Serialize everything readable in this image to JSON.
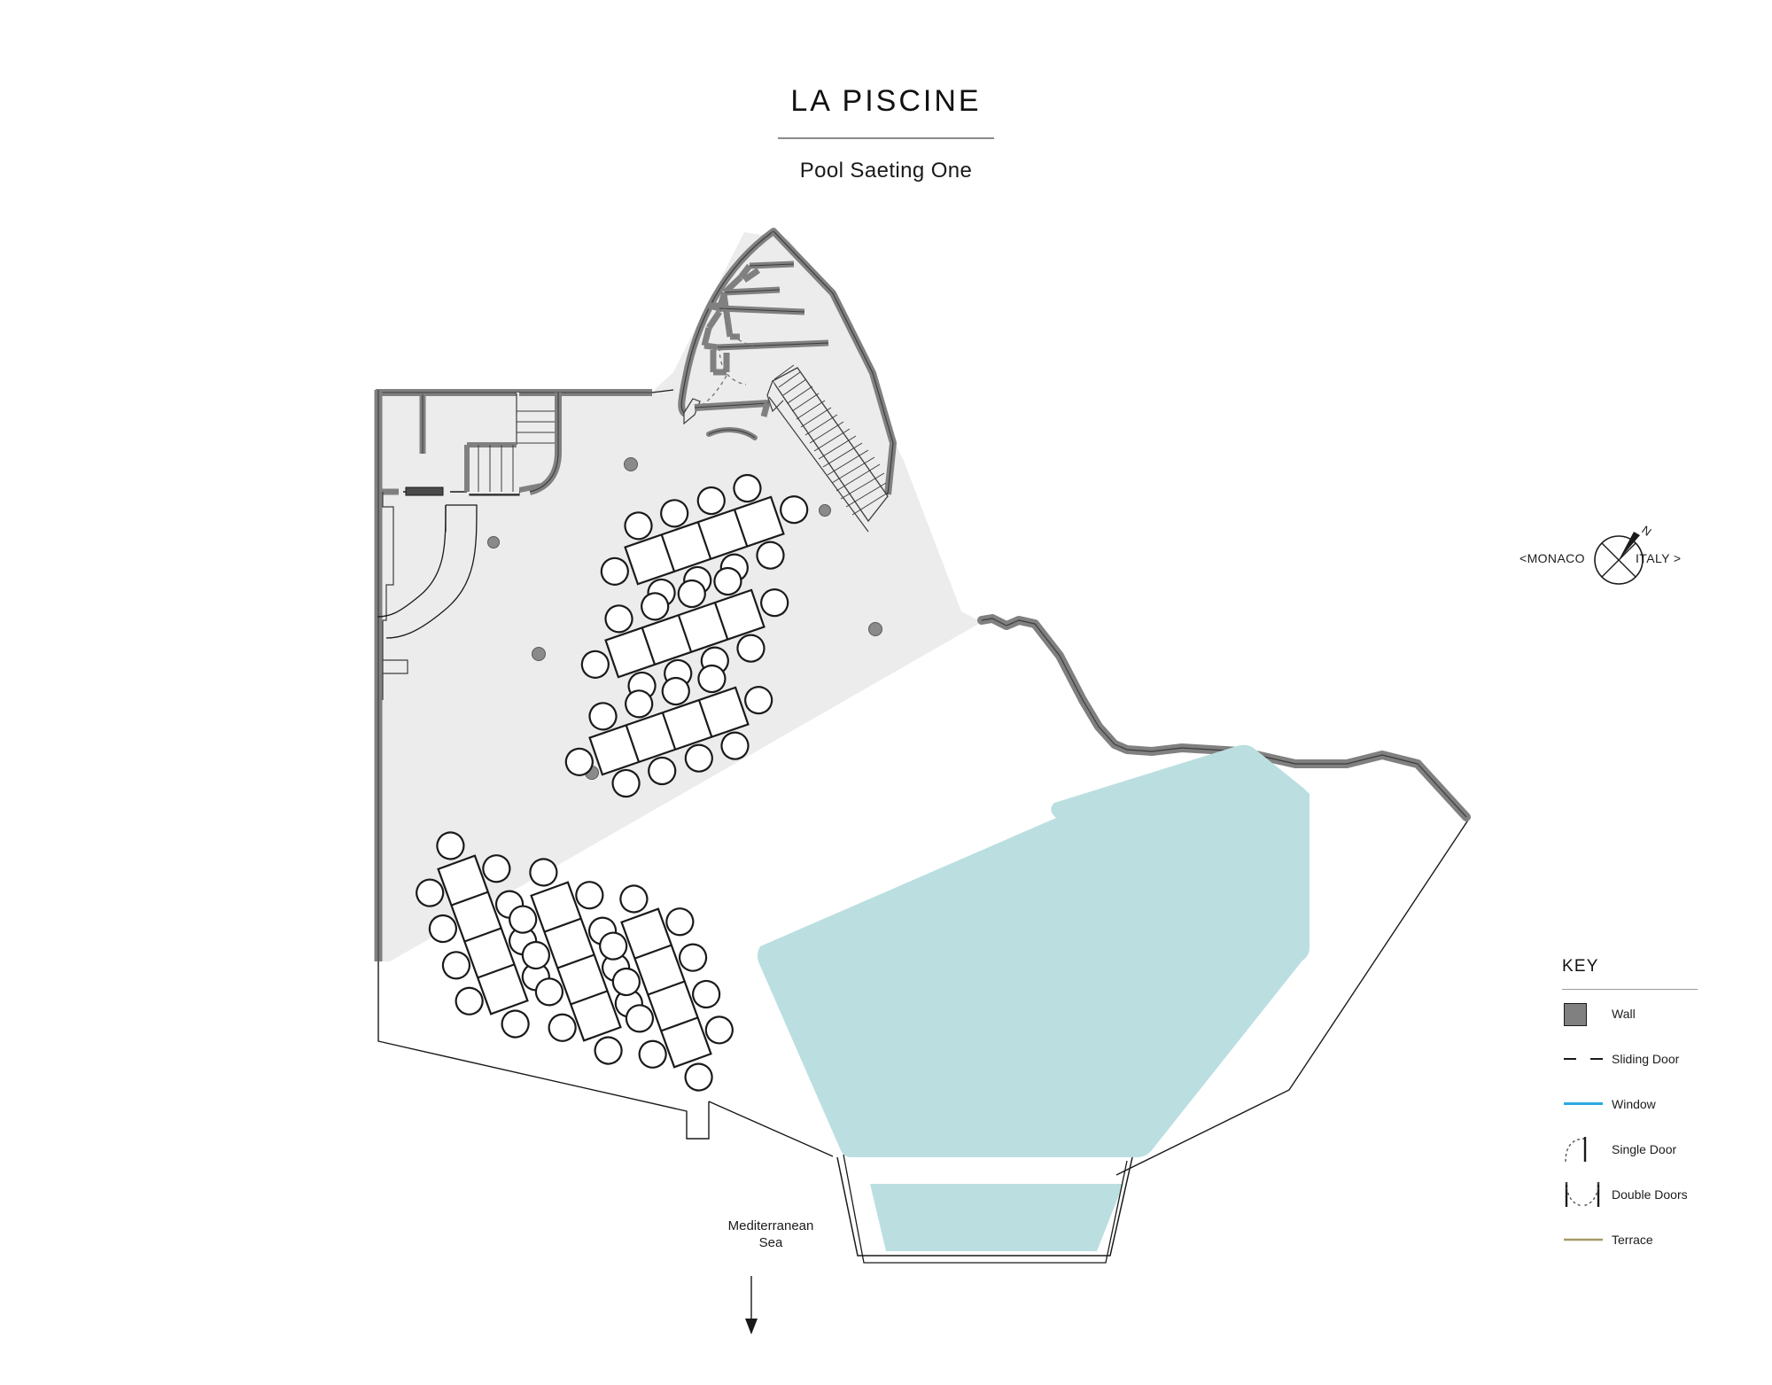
{
  "document": {
    "title": "LA PISCINE",
    "subtitle": "Pool Saeting One",
    "type": "architectural-floor-plan"
  },
  "compass": {
    "left_label": "<MONACO",
    "right_label": "ITALY >",
    "north_label": "N"
  },
  "annotations": {
    "sea": "Mediterranean\nSea"
  },
  "key": {
    "title": "KEY",
    "items": [
      {
        "label": "Wall",
        "symbol": "wall-swatch",
        "color": "#808080"
      },
      {
        "label": "Sliding Door",
        "symbol": "dashed-line",
        "color": "#1a1a1a"
      },
      {
        "label": "Window",
        "symbol": "solid-blue-line",
        "color": "#29abe2"
      },
      {
        "label": "Single Door",
        "symbol": "single-door-swing",
        "color": "#1a1a1a"
      },
      {
        "label": "Double Doors",
        "symbol": "double-door-swing",
        "color": "#1a1a1a"
      },
      {
        "label": "Terrace",
        "symbol": "solid-tan-line",
        "color": "#a89968"
      }
    ]
  },
  "palette": {
    "wall": "#808080",
    "wall_outline": "#3c3c3c",
    "floor": "#ececec",
    "pool_water": "#bbdfe0",
    "terrace_line": "#1a1a1a",
    "window": "#29abe2",
    "terrace": "#a89968",
    "background": "#ffffff"
  },
  "plan_elements": {
    "interior_hall": "main indoor dining hall, light grey floor",
    "entrance_wing": "curved north pavilion with small rooms and stair",
    "main_stair": "long straight run stair at north-east of pavilion",
    "interior_stair": "L-shaped stair in north-west of hall",
    "bar_counter": "curved counter in west of hall",
    "columns": 6,
    "pool": "large irregular pentagonal pool with lower trapezoid step basin",
    "terrace": "open paved terrace south and east of hall"
  },
  "furniture": {
    "indoor_tables": {
      "count": 3,
      "segments_per_table": 4,
      "seats_per_table": 10,
      "orientation": "diagonal"
    },
    "terrace_tables": {
      "count": 3,
      "segments_per_table": 4,
      "seats_per_table": 10,
      "orientation": "diagonal-vertical"
    }
  }
}
